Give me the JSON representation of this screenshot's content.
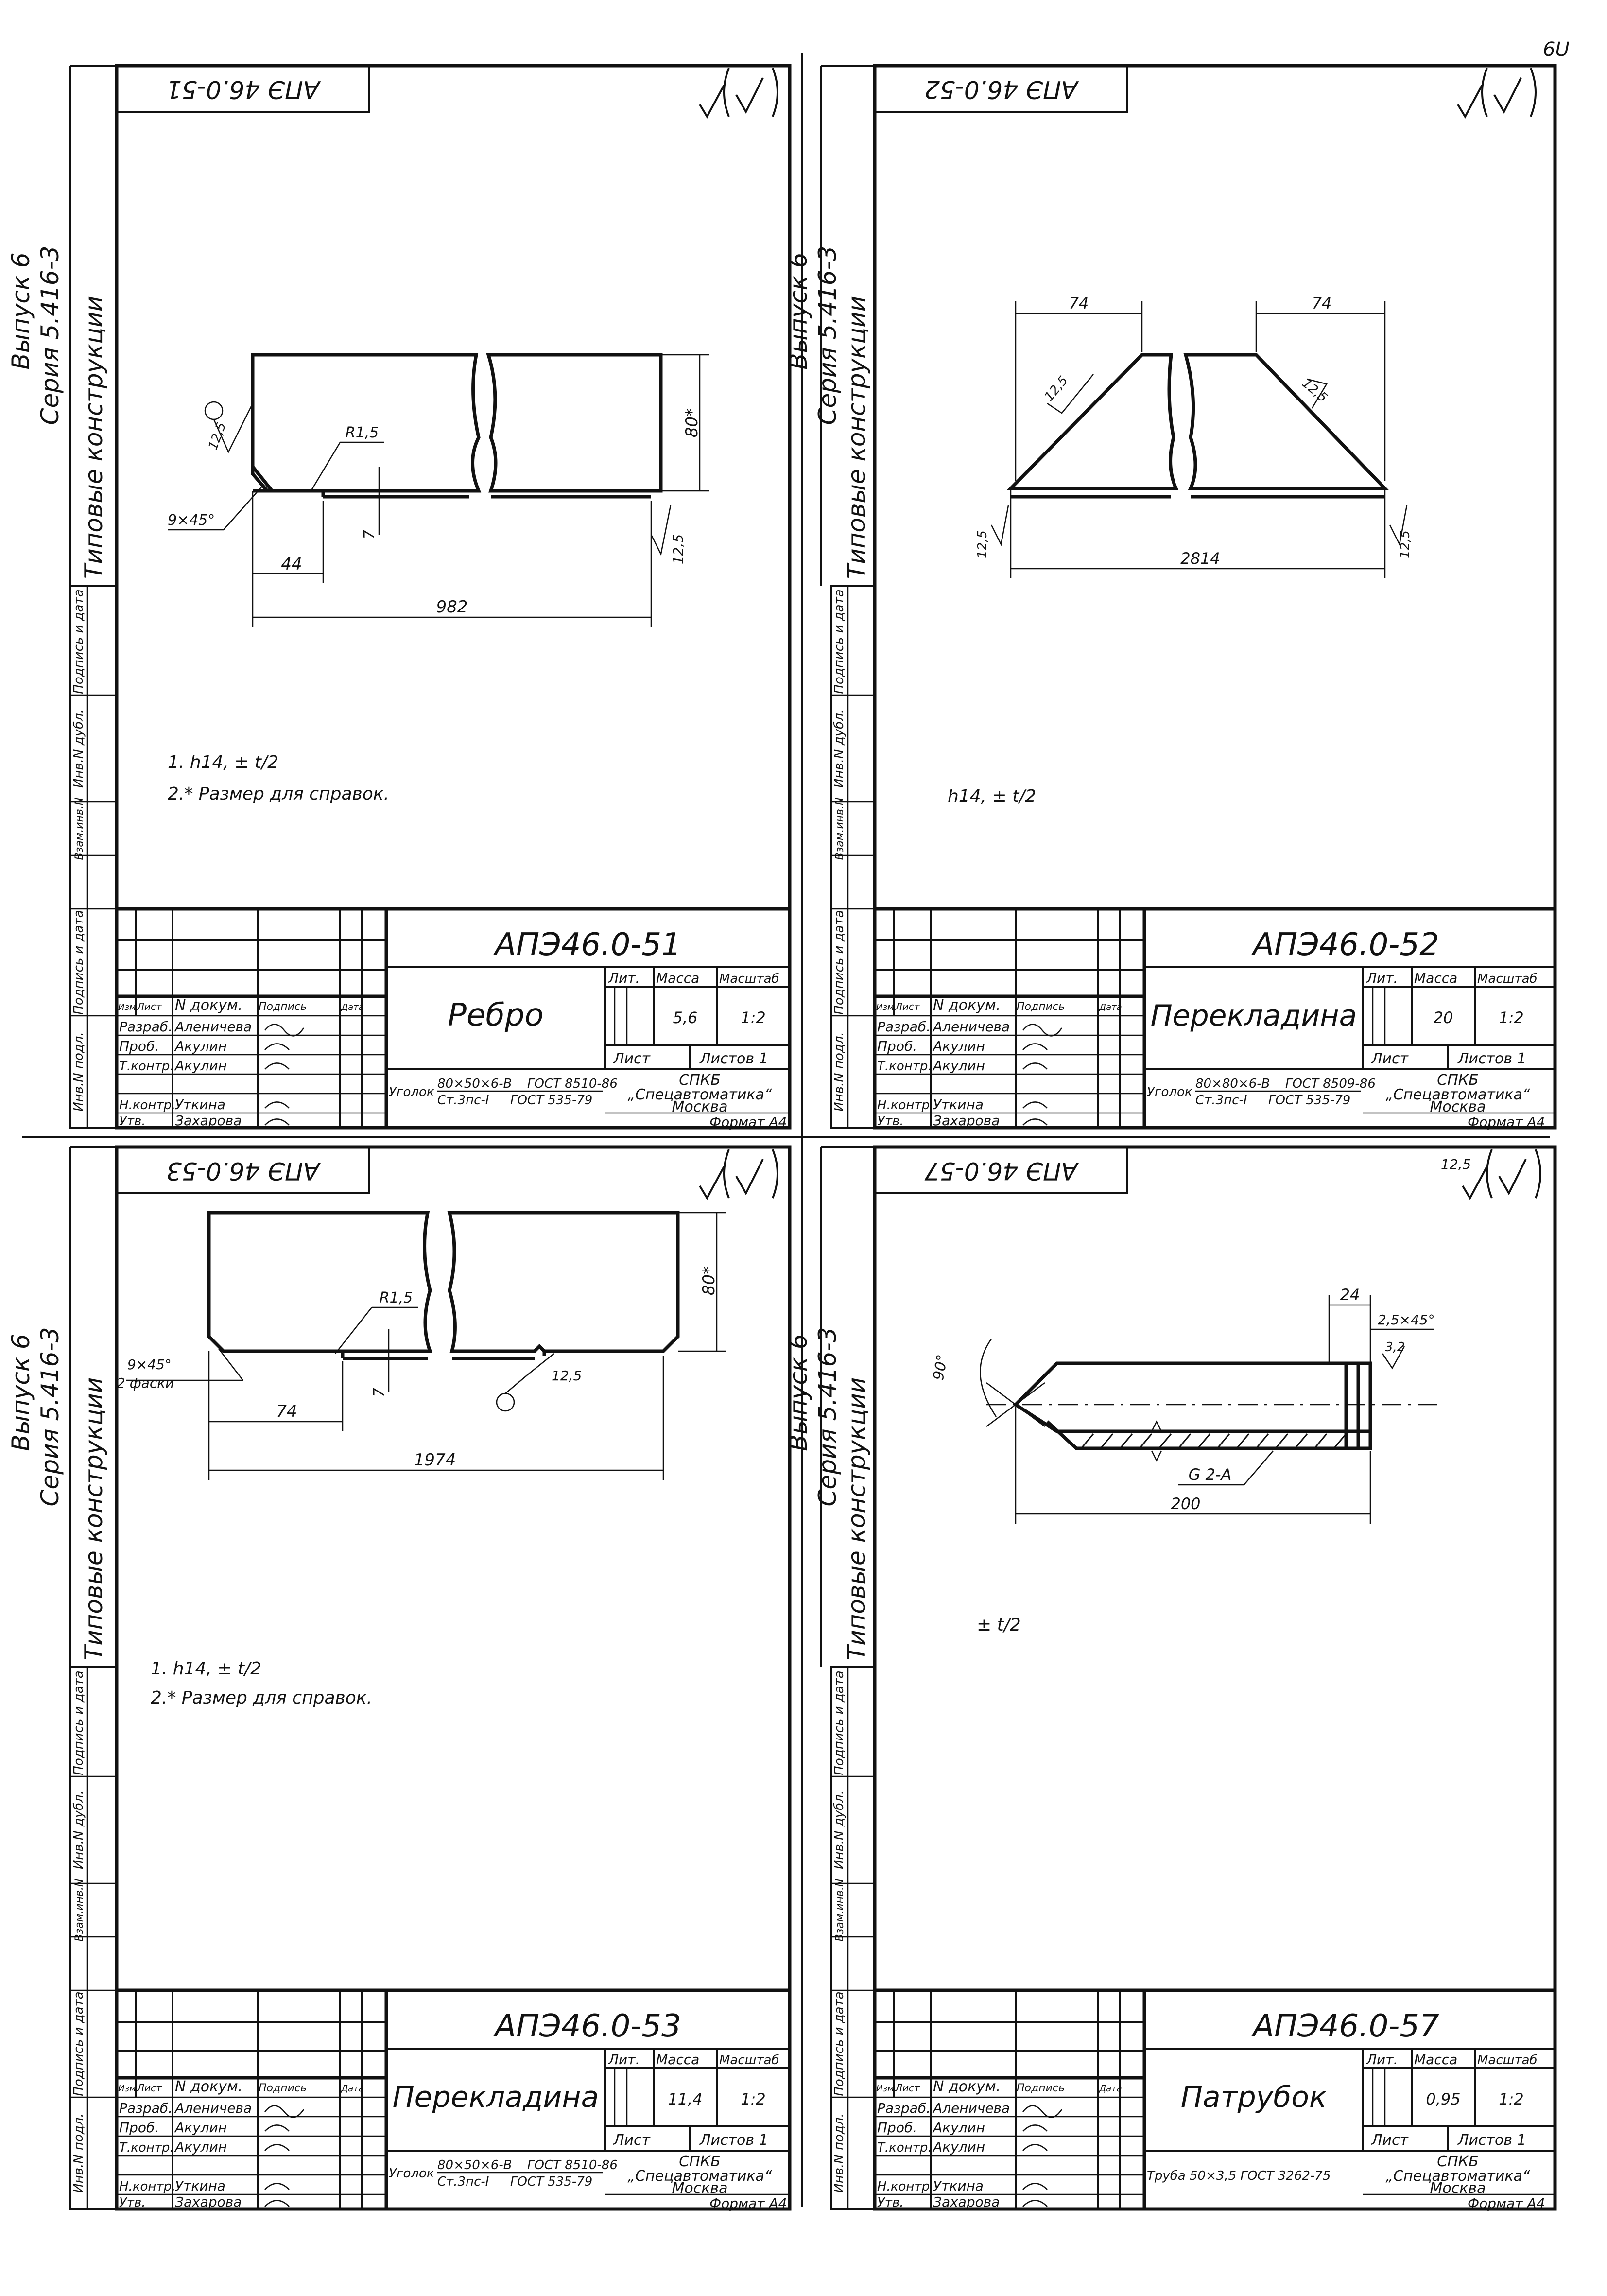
{
  "corner_mark": "6U",
  "stamp": {
    "headers": {
      "izm": "Изм.",
      "list": "Лист",
      "doc": "N докум.",
      "sign": "Подпись",
      "date": "Дата"
    },
    "roles": [
      "Разраб.",
      "Проб.",
      "Т.контр.",
      "Н.контр.",
      "Утв."
    ],
    "persons": [
      "Аленичева",
      "Акулин",
      "Акулин",
      "Уткина",
      "Захарова"
    ],
    "lit_label": "Лит.",
    "mass_label": "Масса",
    "scale_label": "Масштаб",
    "list_label": "Лист",
    "listov_label": "Листов 1",
    "org1": "СПКБ",
    "org2": "„Спецавтоматика“",
    "org3": "Москва",
    "format": "Формат А4"
  },
  "margin": {
    "series": "Серия 5.416-3",
    "issue": "Выпуск 6",
    "kind": "Типовые конструкции",
    "cells": [
      "Подпись и дата",
      "Инв.N дубл.",
      "Взам.инв.N",
      "Подпись и дата",
      "Инв.N подл."
    ]
  },
  "sheets": [
    {
      "code": "АПЭ46.0-51",
      "code_mirror": "АПЭ 46.0-51",
      "title": "Ребро",
      "mass": "5,6",
      "scale": "1:2",
      "material_a": "80×50×6-В",
      "material_b": "ГОСТ 8510-86",
      "material_c": "Ст.3пс-I",
      "material_d": "ГОСТ 535-79",
      "material_prefix": "Уголок",
      "note1": "1. h14, ± t/2",
      "note2": "2.* Размер для справок.",
      "dims": {
        "chamfer": "9×45°",
        "radius": "R1,5",
        "d44": "44",
        "d7": "7",
        "len": "982",
        "height": "80*",
        "rough": "12,5",
        "rough2": "12,5"
      }
    },
    {
      "code": "АПЭ46.0-52",
      "code_mirror": "АПЭ 46.0-52",
      "title": "Перекладина",
      "mass": "20",
      "scale": "1:2",
      "material_a": "80×80×6-В",
      "material_b": "ГОСТ 8509-86",
      "material_c": "Ст.3пс-I",
      "material_d": "ГОСТ 535-79",
      "material_prefix": "Уголок",
      "note1": "h14, ± t/2",
      "dims": {
        "left": "74",
        "right": "74",
        "len": "2814",
        "rough": "12,5",
        "rough2": "12,5",
        "rough3": "12,5",
        "rough4": "12,5"
      }
    },
    {
      "code": "АПЭ46.0-53",
      "code_mirror": "АПЭ 46.0-53",
      "title": "Перекладина",
      "mass": "11,4",
      "scale": "1:2",
      "material_a": "80×50×6-В",
      "material_b": "ГОСТ 8510-86",
      "material_c": "Ст.3пс-I",
      "material_d": "ГОСТ 535-79",
      "material_prefix": "Уголок",
      "note1": "1. h14, ± t/2",
      "note2": "2.* Размер для справок.",
      "dims": {
        "chamfer": "9×45°",
        "chamfer2": "2 фаски",
        "radius": "R1,5",
        "d74": "74",
        "d7": "7",
        "len": "1974",
        "height": "80*",
        "rough": "12,5"
      }
    },
    {
      "code": "АПЭ46.0-57",
      "code_mirror": "АПЭ 46.0-57",
      "title": "Патрубок",
      "mass": "0,95",
      "scale": "1:2",
      "material_a": "Труба 50×3,5 ГОСТ 3262-75",
      "material_prefix": "",
      "note1": "± t/2",
      "dims": {
        "d24": "24",
        "chamfer": "2,5×45°",
        "rough": "3,2",
        "angle": "90°",
        "weld": "G 2-А",
        "len": "200",
        "top_rough": "12,5"
      }
    }
  ]
}
